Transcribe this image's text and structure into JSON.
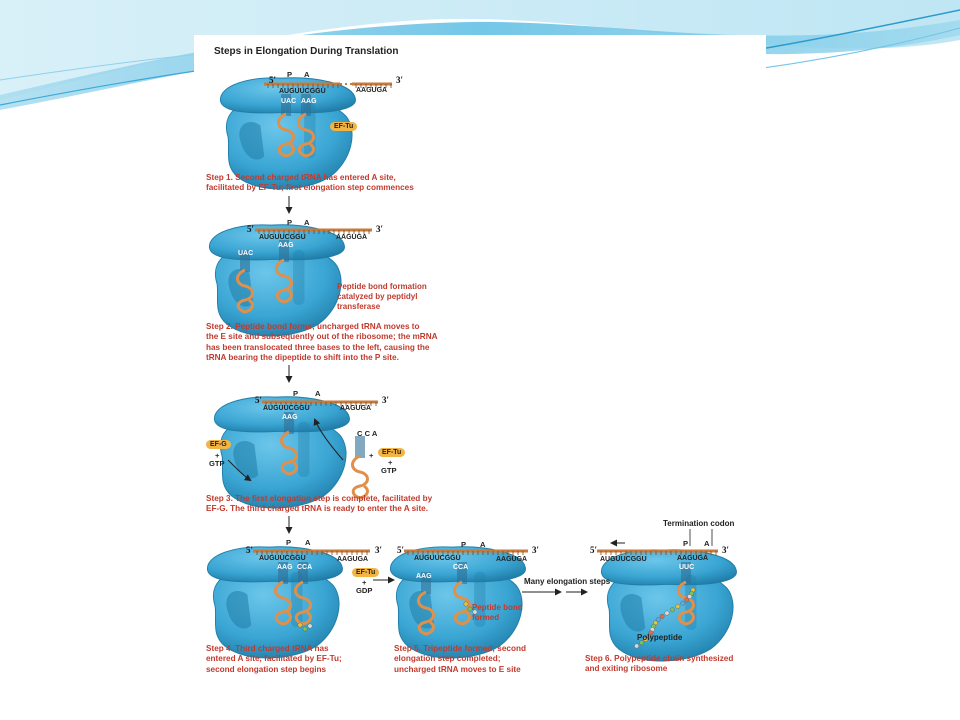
{
  "figure": {
    "title": "Steps in Elongation During Translation"
  },
  "colors": {
    "ribosome": "#3ba7d4",
    "ribosome_dark": "#1f7ea8",
    "mrna": "#c87a3a",
    "trna": "#e0904a",
    "caption": "#c23a2e",
    "factor": "#f2b443"
  },
  "steps": [
    {
      "lead": "Step 1.",
      "lines": [
        "Second charged tRNA has entered A site,",
        "facilitated by EF-Tu; first elongation step commences"
      ]
    },
    {
      "lead": "Step 2.",
      "lines": [
        "Peptide bond forms; uncharged tRNA moves to",
        "the E site and subsequently out of the ribosome; the mRNA",
        "has been translocated three bases to the left, causing the",
        "tRNA bearing the dipeptide to shift into the P site."
      ]
    },
    {
      "lead": "Step 3.",
      "lines": [
        "The first elongation step is complete, facilitated by",
        "EF-G. The third charged tRNA is ready to enter the A site."
      ]
    },
    {
      "lead": "Step 4.",
      "lines": [
        "Third charged tRNA has",
        "entered A site, facilitated by EF-Tu;",
        "second elongation step begins"
      ]
    },
    {
      "lead": "Step 5.",
      "lines": [
        "Tripeptide formed; second",
        "elongation step completed;",
        "uncharged tRNA moves to E site"
      ]
    },
    {
      "lead": "Step 6.",
      "lines": [
        "Polypeptide chain synthesized",
        "and exiting ribosome"
      ]
    }
  ],
  "labels": {
    "five_prime": "5′",
    "three_prime": "3′",
    "p_site": "P",
    "a_site": "A",
    "ef_tu": "EF-Tu",
    "ef_g": "EF-G",
    "gtp": "GTP",
    "gdp": "GDP",
    "plus": "+",
    "cca": "CCA",
    "cc_a": "C C A",
    "peptide_bond_formation": [
      "Peptide bond formation",
      "catalyzed by peptidyl",
      "transferase"
    ],
    "peptide_bond_formed": [
      "Peptide bond",
      "formed"
    ],
    "many_elongation_steps": "Many elongation steps",
    "termination_codon": "Termination codon",
    "polypeptide": "Polypeptide",
    "mrna_1": "AUGUUCGGU",
    "mrna_tail_1": "AAGUGA",
    "anticodon_uac": "UAC",
    "anticodon_aag": "AAG",
    "anticodon_cca": "CCA",
    "mrna_6": "AUGUUCGGU",
    "mrna_6b": "AAGUGA",
    "anticodon_uuc": "UUC"
  }
}
